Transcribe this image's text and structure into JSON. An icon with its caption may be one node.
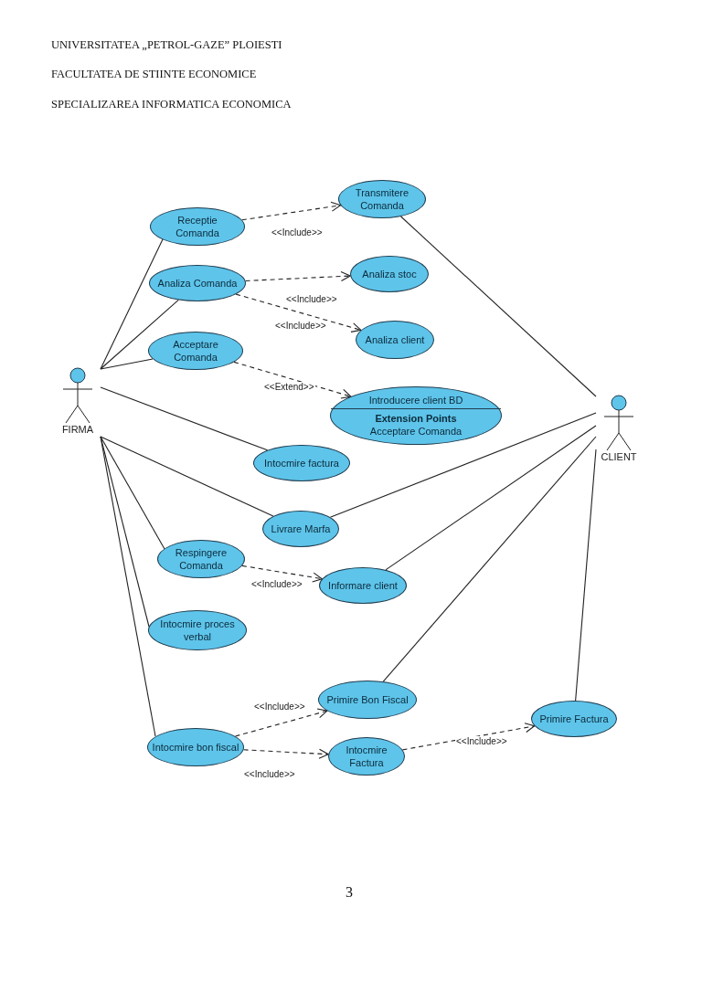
{
  "diagram": {
    "nodes": [
      {
        "text": [
          "FIRMA"
        ]
      },
      {
        "text": [
          "CLIENT"
        ]
      },
      {
        "text": [
          "Transmitere Comanda"
        ]
      },
      {
        "text": [
          "Receptie Comanda"
        ]
      },
      {
        "text": [
          "Analiza Comanda"
        ]
      },
      {
        "text": [
          "Analiza stoc"
        ]
      },
      {
        "text": [
          "Analiza client"
        ]
      },
      {
        "text": [
          "Acceptare Comanda"
        ]
      },
      {
        "text": [
          "Introducere client BD",
          "Extension Points",
          "Acceptare Comanda"
        ]
      },
      {
        "text": [
          "Intocmire factura"
        ]
      },
      {
        "text": [
          "Livrare Marfa"
        ]
      },
      {
        "text": [
          "Respingere Comanda"
        ]
      },
      {
        "text": [
          "Informare client"
        ]
      },
      {
        "text": [
          "Intocmire proces verbal"
        ]
      },
      {
        "text": [
          "Primire Bon Fiscal"
        ]
      },
      {
        "text": [
          "Primire Factura"
        ]
      },
      {
        "text": [
          "Intocmire bon fiscal"
        ]
      },
      {
        "text": [
          "Intocmire Factura"
        ]
      }
    ],
    "edges": [
      {
        "from": 0,
        "to": 3,
        "arrow": "none"
      },
      {
        "from": 0,
        "to": 4,
        "arrow": "none"
      },
      {
        "from": 0,
        "to": 7,
        "arrow": "none"
      },
      {
        "from": 0,
        "to": 9,
        "arrow": "none"
      },
      {
        "from": 0,
        "to": 10,
        "arrow": "none"
      },
      {
        "from": 0,
        "to": 11,
        "arrow": "none"
      },
      {
        "from": 0,
        "to": 13,
        "arrow": "none"
      },
      {
        "from": 0,
        "to": 16,
        "arrow": "none"
      },
      {
        "from": 1,
        "to": 2,
        "arrow": "none"
      },
      {
        "from": 1,
        "to": 10,
        "arrow": "none"
      },
      {
        "from": 1,
        "to": 12,
        "arrow": "none"
      },
      {
        "from": 1,
        "to": 14,
        "arrow": "none"
      },
      {
        "from": 1,
        "to": 15,
        "arrow": "none"
      },
      {
        "from": 3,
        "to": 2,
        "arrow": "to",
        "style": "dashed",
        "label": "<<Include>>"
      },
      {
        "from": 4,
        "to": 5,
        "arrow": "to",
        "style": "dashed",
        "label": "<<Include>>"
      },
      {
        "from": 4,
        "to": 6,
        "arrow": "to",
        "style": "dashed",
        "label": "<<Include>>"
      },
      {
        "from": 7,
        "to": 8,
        "arrow": "to",
        "style": "dashed",
        "label": "<<Extend>>"
      },
      {
        "from": 11,
        "to": 12,
        "arrow": "to",
        "style": "dashed",
        "label": "<<Include>>"
      },
      {
        "from": 16,
        "to": 14,
        "arrow": "to",
        "style": "dashed",
        "label": "<<Include>>"
      },
      {
        "from": 16,
        "to": 17,
        "arrow": "to",
        "style": "dashed",
        "label": "<<Include>>"
      },
      {
        "from": 17,
        "to": 15,
        "arrow": "to",
        "style": "dashed",
        "label": "<<Include>>"
      }
    ],
    "labels": [
      "UNIVERSITATEA „PETROL-GAZE” PLOIESTI",
      "FACULTATEA DE STIINTE ECONOMICE",
      "SPECIALIZAREA INFORMATICA ECONOMICA",
      "3"
    ]
  }
}
